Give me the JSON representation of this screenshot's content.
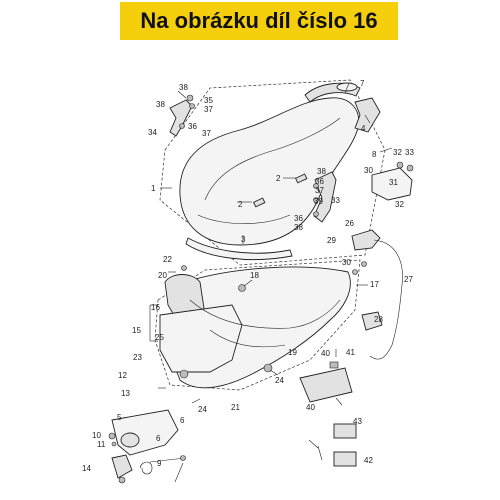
{
  "banner": {
    "text": "Na obrázku díl číslo 16",
    "color": "#f6cf0c"
  },
  "labels": [
    "1",
    "2",
    "2",
    "3",
    "4",
    "5",
    "6",
    "6",
    "7",
    "8",
    "9",
    "10",
    "11",
    "12",
    "13",
    "14",
    "15",
    "16",
    "17",
    "18",
    "19",
    "20",
    "21",
    "22",
    "23",
    "24",
    "24",
    "25",
    "26",
    "27",
    "28",
    "29",
    "30",
    "30",
    "31",
    "32",
    "32",
    "33",
    "33",
    "34",
    "35",
    "36",
    "36",
    "36",
    "37",
    "37",
    "37",
    "38",
    "38",
    "38",
    "38",
    "39",
    "40",
    "40",
    "41",
    "42",
    "43"
  ]
}
